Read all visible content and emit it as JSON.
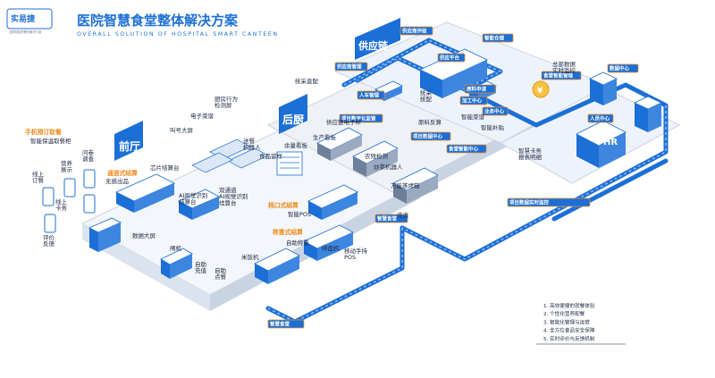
{
  "header": {
    "logo_text": "实易捷",
    "logo_sub": "互联网智慧餐饮解决方案",
    "title": "医院智慧食堂整体解决方案",
    "subtitle": "OVERALL SOLUTION OF HOSPITAL SMART CANTEEN"
  },
  "zones": {
    "front": "前厅",
    "kitchen": "后厨",
    "supply": "供应链"
  },
  "tags": {
    "t1": "供应商管理",
    "t2": "供应商评级",
    "t3": "供应平台",
    "t4": "智能仓储",
    "t5": "数据中心",
    "t6": "食堂智能管理",
    "t7": "业务中心",
    "t8": "项目数据中心",
    "t9": "食堂智能中心",
    "t10": "人员中心",
    "t11": "人车管理",
    "t12": "项目数字化监管",
    "t13": "原料申请",
    "t14": "加工中心",
    "t15": "项目数据实时监控",
    "t16": "智慧食堂",
    "t17": "智慧食堂"
  },
  "labels": {
    "l_ai_checkout": "AI视觉识别\n结算台",
    "l_screen_left": "数据大屏",
    "l_gate": "闸机",
    "l_self_recharge": "自助\n充值",
    "l_self_order": "自助\n点餐",
    "l_rice_machine": "米饭机",
    "l_self_weigh": "自助称重",
    "l_tray_machine": "绑盘机",
    "l_mobile_pos": "移动手持\nPOS",
    "l_dual_channel": "双通道\nAI视觉识别\n结算台",
    "l_smart_pos": "智能POS",
    "l_chip_checkout": "芯片结算台",
    "l_no_sense": "无感出品",
    "l_big_screen": "叫号大屏",
    "l_e_menu": "电子菜谱",
    "l_kitchen_detect": "厨房行为\n检测屏",
    "l_delivery_robot": "送餐\n机器人",
    "l_food_sample": "食品留样",
    "l_balance_board": "余量看板",
    "l_production_board": "生产看板",
    "l_supply_scale": "供应链电子秤",
    "l_pesticide": "农残检测",
    "l_cook_robot": "炒菜机器人",
    "l_steam_box": "万能蒸烤箱",
    "l_wash": "洗消",
    "l_raw_trace": "原料反算",
    "l_smart_menu": "智能菜谱",
    "l_smart_subsidy": "智能补贴",
    "l_smart_card": "智慧卡务\n报表明细",
    "l_total_data": "总部数据\n实时监控",
    "l_direct_purchase": "统采直配",
    "l_procure": "统采\n统配",
    "l_line_order": "线上\n订餐",
    "l_nutrition": "营养\n展示",
    "l_survey": "问卷\n调查",
    "l_line_card": "线上\n卡务",
    "l_evaluation": "评价\n反馈"
  },
  "callouts": {
    "c_mobile_order": "手机预订取餐",
    "c_cabinet": "智能保温取餐柜",
    "c_channel": "通道式结算",
    "c_counter": "档口式结算",
    "c_weigh": "称重式结算"
  },
  "legend": [
    "1. 高效便捷的就餐体验",
    "2. 个性化营养配餐",
    "3. 智能化管理与运营",
    "4. 全方位食品安全保障",
    "5. 实时评价与反馈机制"
  ],
  "colors": {
    "brand_blue": "#1c6fd6",
    "dark_blue": "#0d3f8a",
    "orange": "#f08a1c",
    "floor": "#eef2f7",
    "wall": "#c9d4e3"
  }
}
